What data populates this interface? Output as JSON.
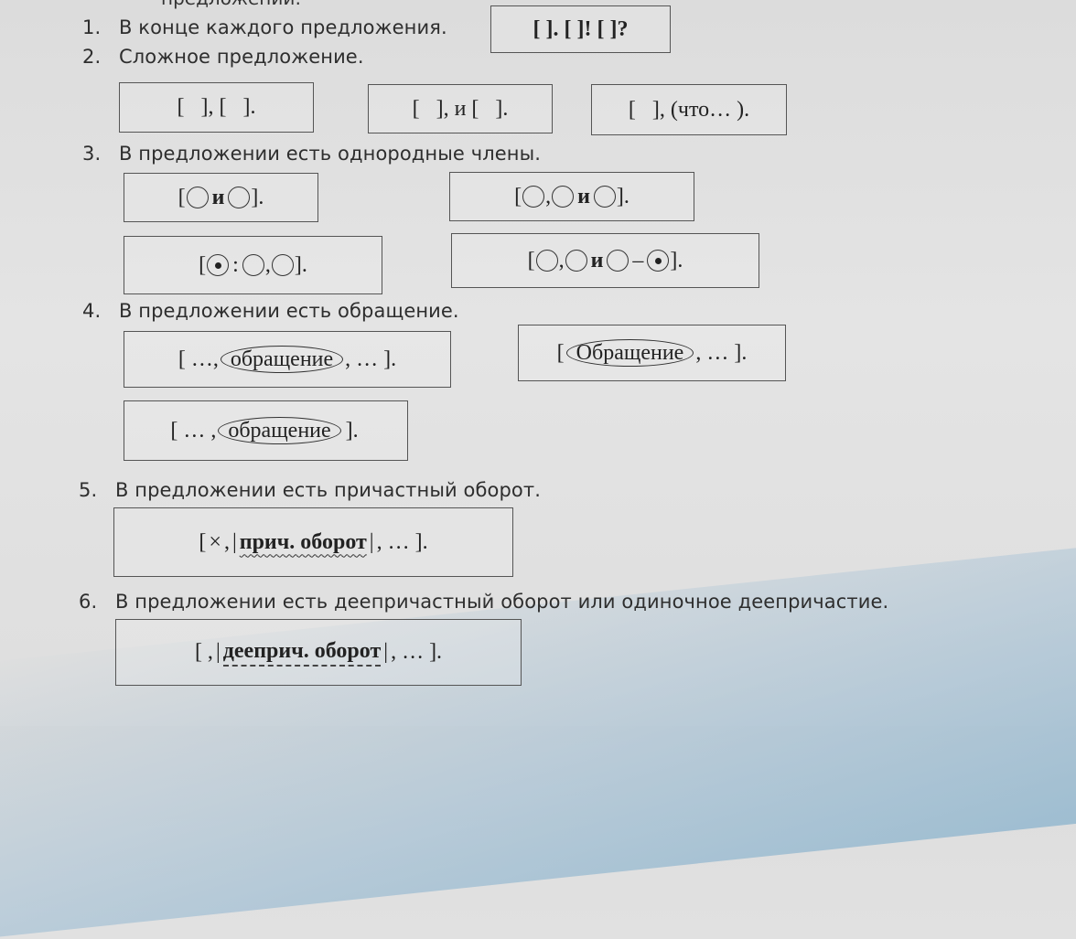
{
  "header": {
    "cut_text": "предложении:"
  },
  "items": [
    {
      "num": "1.",
      "text": "В конце каждого предложения.",
      "schemes": [
        "[ ]. [ ]! [ ]?"
      ]
    },
    {
      "num": "2.",
      "text": "Сложное предложение.",
      "schemes": [
        "[   ], [   ].",
        "[   ], и [   ].",
        "[   ], (что… )."
      ]
    },
    {
      "num": "3.",
      "text": "В предложении есть однородные члены.",
      "schemes": [
        "и",
        "и",
        "и"
      ]
    },
    {
      "num": "4.",
      "text": "В предложении есть обращение.",
      "schemes": [
        "обращение",
        "Обращение",
        "обращение"
      ]
    },
    {
      "num": "5.",
      "text": "В предложении есть причастный оборот.",
      "schemes": [
        "прич. оборот"
      ]
    },
    {
      "num": "6.",
      "text": "В предложении есть деепричастный оборот или одиночное деепричастие.",
      "schemes": [
        "дееприч. оборот"
      ]
    }
  ],
  "pieces": {
    "lb": "[",
    "rb": "]",
    "rb_dot": "].",
    "comma": ",",
    "colon": ":",
    "dash": "–",
    "ellipsis": "…",
    "ell_lead": "[ …,",
    "ell_lead2": "[ … ,",
    "ell_tail": ", … ].",
    "lead_space": "[ ,",
    "cross": "×",
    "bar": "|",
    "conj_i": "и",
    "what": "что…",
    "close_paren": ")."
  }
}
